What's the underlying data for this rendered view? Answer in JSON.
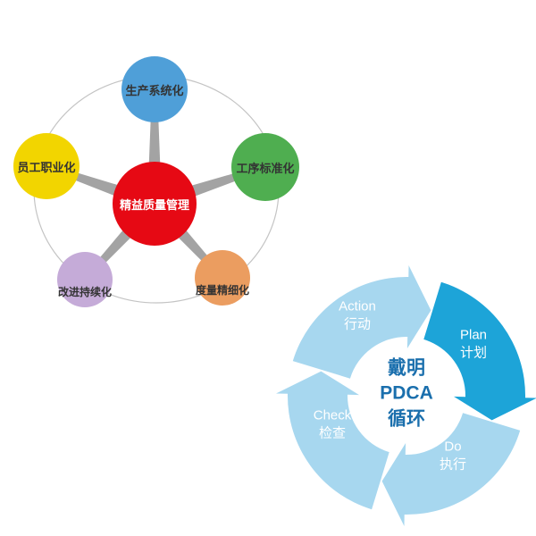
{
  "hub": {
    "center": {
      "label": "精益质量管理",
      "color": "#e60914"
    },
    "ring_color": "#c4c4c4",
    "spoke_color": "#a3a3a3",
    "nodes": [
      {
        "id": "production",
        "label": "生产系统化",
        "color": "#4f9fd8"
      },
      {
        "id": "process",
        "label": "工序标准化",
        "color": "#4fae50"
      },
      {
        "id": "measurement",
        "label": "度量精细化",
        "color": "#eb9d60"
      },
      {
        "id": "improvement",
        "label": "改进持续化",
        "color": "#c5abd8"
      },
      {
        "id": "staff",
        "label": "员工职业化",
        "color": "#f2d500"
      }
    ]
  },
  "pdca": {
    "center_lines": [
      "戴明",
      "PDCA",
      "循环"
    ],
    "center_color": "#1a6fad",
    "arrows": [
      {
        "id": "action",
        "en": "Action",
        "zh": "行动",
        "color": "#a7d7ef"
      },
      {
        "id": "plan",
        "en": "Plan",
        "zh": "计划",
        "color": "#1da4d8"
      },
      {
        "id": "do",
        "en": "Do",
        "zh": "执行",
        "color": "#a7d7ef"
      },
      {
        "id": "check",
        "en": "Check",
        "zh": "检查",
        "color": "#a7d7ef"
      }
    ]
  }
}
